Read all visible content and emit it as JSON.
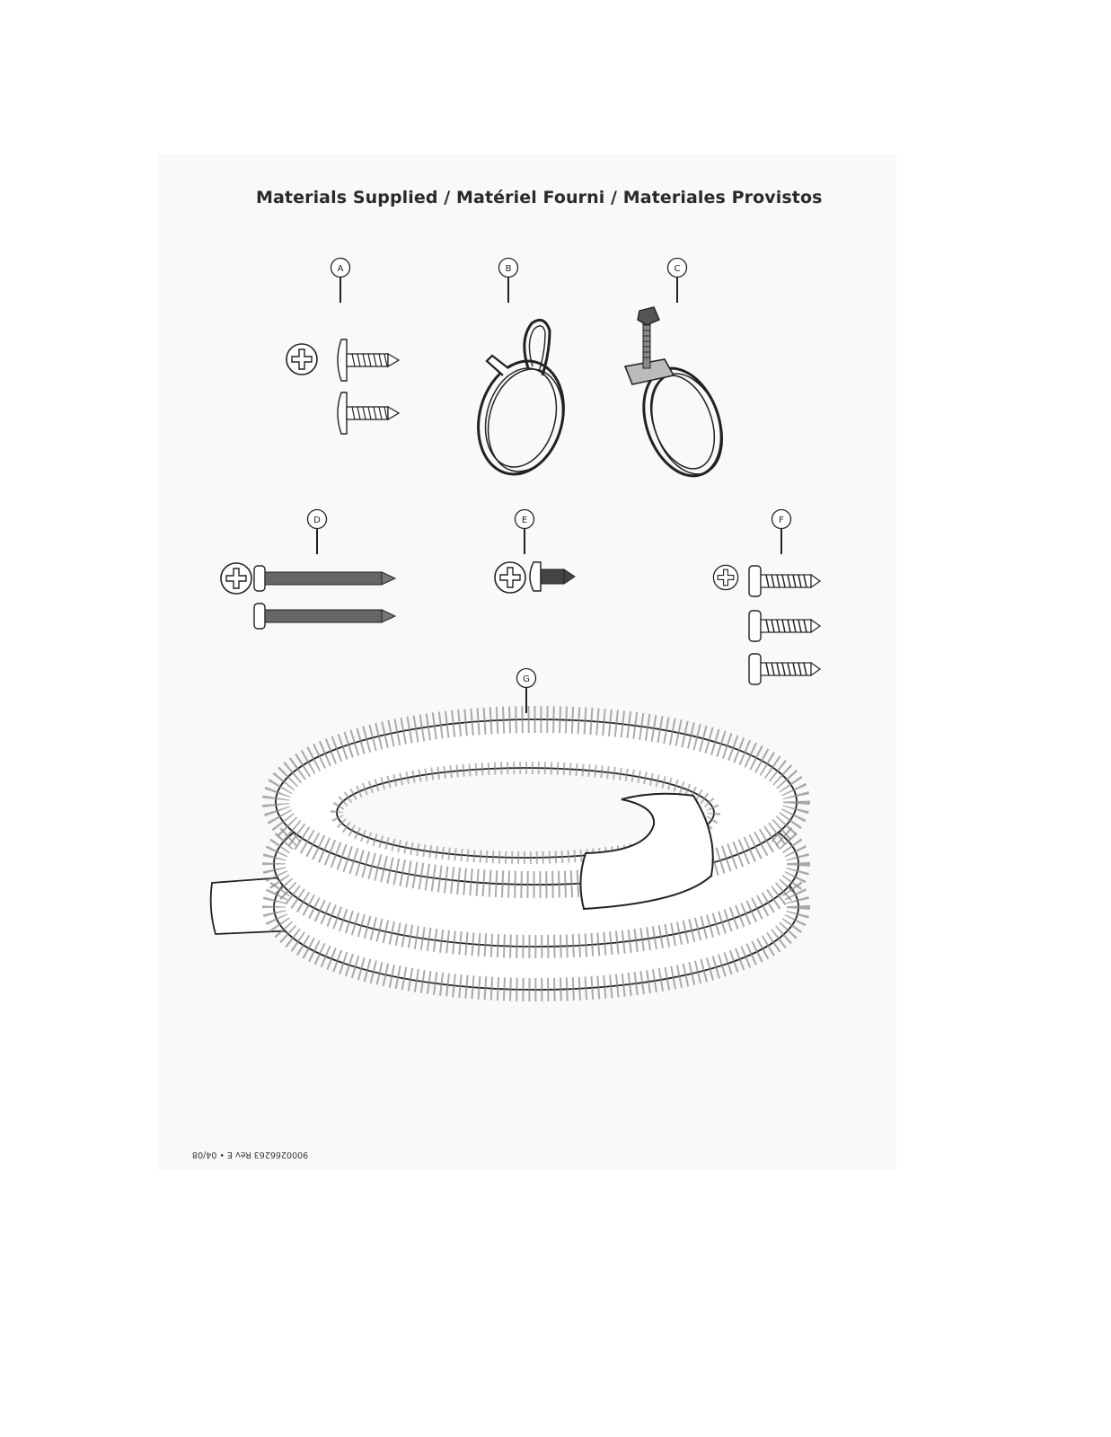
{
  "document": {
    "title": "Materials Supplied / Matériel Fourni / Materiales Provistos",
    "doc_code": "9000266263 Rev E • 04/08"
  },
  "parts": [
    {
      "label": "A",
      "item": "truss-head-screws",
      "count": 2
    },
    {
      "label": "B",
      "item": "spring-hose-clamp",
      "count": 1
    },
    {
      "label": "C",
      "item": "screw-hose-clamp",
      "count": 1
    },
    {
      "label": "D",
      "item": "long-pan-head-screws",
      "count": 2
    },
    {
      "label": "E",
      "item": "short-machine-screw",
      "count": 1
    },
    {
      "label": "F",
      "item": "pan-head-screws",
      "count": 3
    },
    {
      "label": "G",
      "item": "corrugated-drain-hose",
      "count": 1
    }
  ]
}
